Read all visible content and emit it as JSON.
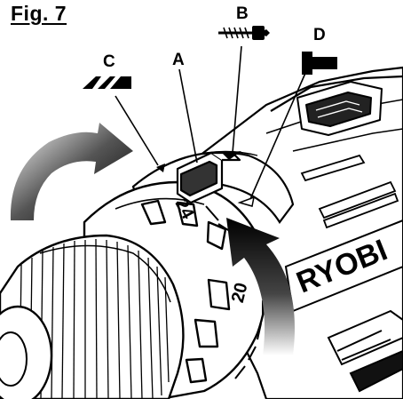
{
  "figure": {
    "title": "Fig. 7",
    "callouts": {
      "a": "A",
      "b": "B",
      "c": "C",
      "d": "D"
    },
    "dial_numbers": {
      "upper": "24",
      "lower": "20"
    },
    "brand": "RYOBI",
    "icons": [
      "drill-mode-icon",
      "screw-icon",
      "hammer-icon",
      "rotation-arrow-icon"
    ]
  }
}
